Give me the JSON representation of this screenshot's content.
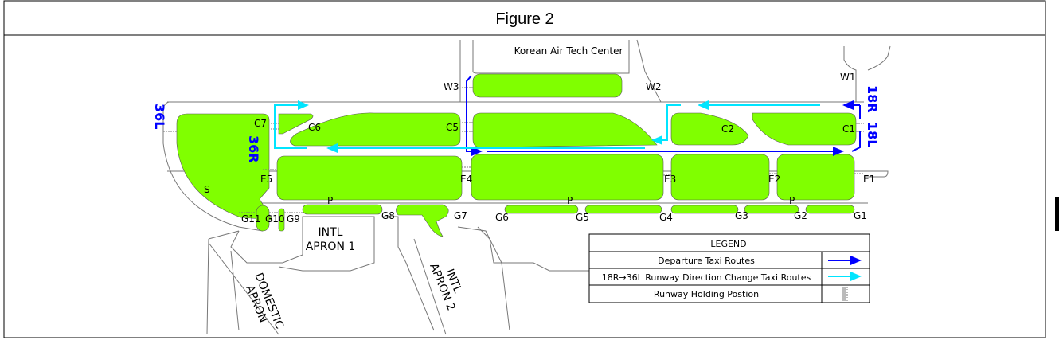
{
  "title": "Figure 2",
  "facility_label": "Korean Air Tech Center",
  "runways": {
    "r36L": "36L",
    "r36R": "36R",
    "r18R": "18R",
    "r18L": "18L"
  },
  "taxiway_labels": {
    "W1": "W1",
    "W2": "W2",
    "W3": "W3",
    "C1": "C1",
    "C2": "C2",
    "C5": "C5",
    "C6": "C6",
    "C7": "C7",
    "E1": "E1",
    "E2": "E2",
    "E3": "E3",
    "E4": "E4",
    "E5": "E5",
    "G1": "G1",
    "G2": "G2",
    "G3": "G3",
    "G4": "G4",
    "G5": "G5",
    "G6": "G6",
    "G7": "G7",
    "G8": "G8",
    "G9": "G9",
    "G10": "G10",
    "G11": "G11",
    "P1": "P",
    "P2": "P",
    "S": "S"
  },
  "aprons": {
    "intl1_line1": "INTL",
    "intl1_line2": "APRON 1",
    "intl2_line1": "INTL",
    "intl2_line2": "APRON 2",
    "dom_line1": "DOMESTIC",
    "dom_line2": "APRON"
  },
  "legend": {
    "title": "LEGEND",
    "items": [
      {
        "label": "Departure Taxi Routes",
        "color": "#0000ff"
      },
      {
        "label": "18R→36L Runway Direction Change Taxi Routes",
        "color": "#00e5ff"
      },
      {
        "label": "Runway Holding Postion",
        "color": "#888888"
      }
    ]
  },
  "colors": {
    "grass": "#80ff00",
    "departure": "#0000ff",
    "change": "#00e5ff"
  }
}
